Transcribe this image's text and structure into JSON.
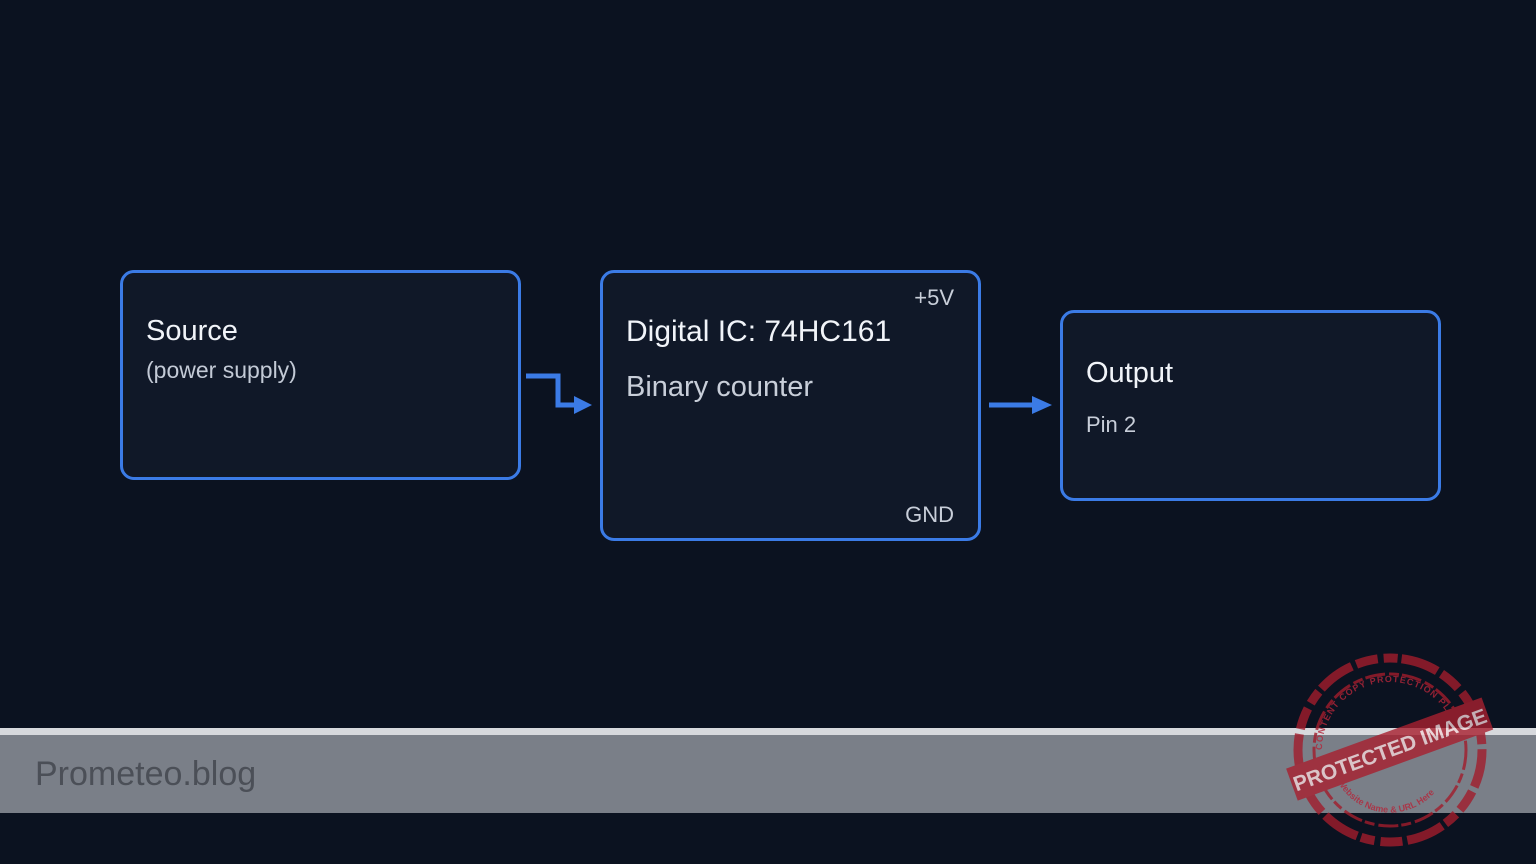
{
  "diagram": {
    "blocks": [
      {
        "id": "source",
        "title": "Source",
        "subtitle": "(power supply)"
      },
      {
        "id": "ic",
        "title": "Digital IC: 74HC161",
        "subtitle": "Binary counter",
        "vcc_label": "+5V",
        "gnd_label": "GND"
      },
      {
        "id": "output",
        "title": "Output",
        "subtitle": "Pin 2"
      }
    ],
    "connections": [
      {
        "from": "source",
        "to": "ic"
      },
      {
        "from": "ic",
        "to": "output"
      }
    ]
  },
  "footer": {
    "brand": "Prometeo.blog"
  },
  "watermark": {
    "main_text": "PROTECTED IMAGE",
    "ring_text": "CONTENT COPY PROTECTION PLUGIN",
    "bottom_text": "My Website Name & URL Here"
  },
  "colors": {
    "background": "#0b1220",
    "block_fill": "#101828",
    "accent": "#3b7be6",
    "footer_bar": "#7a7f88",
    "stamp": "#b01e2e"
  }
}
